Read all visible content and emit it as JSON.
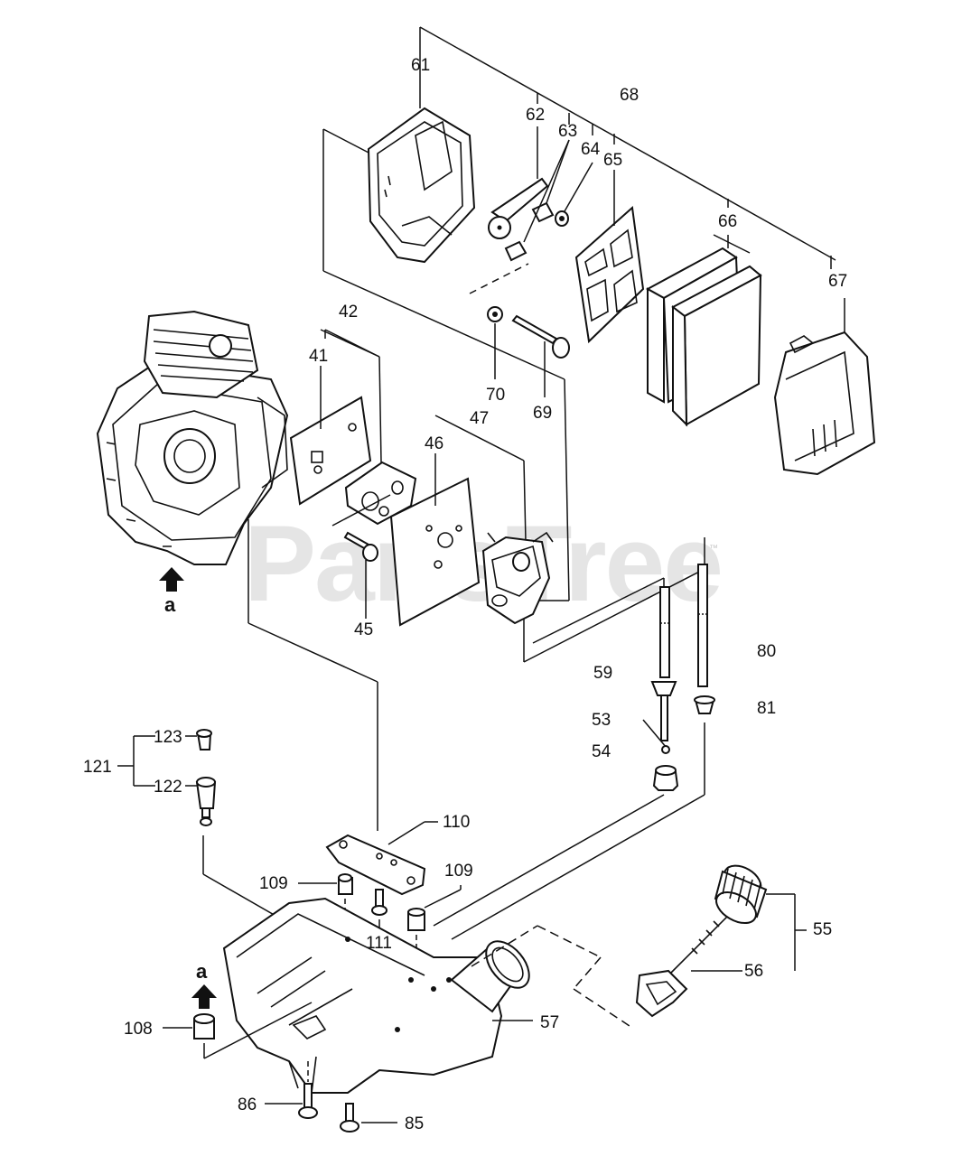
{
  "watermark": {
    "text": "PartsTree",
    "trademark": "™"
  },
  "view_marker": {
    "letter": "a"
  },
  "labels": {
    "p41": "41",
    "p42": "42",
    "p45": "45",
    "p46": "46",
    "p47": "47",
    "p53": "53",
    "p54": "54",
    "p55": "55",
    "p56": "56",
    "p57": "57",
    "p59": "59",
    "p61": "61",
    "p62": "62",
    "p63": "63",
    "p64": "64",
    "p65": "65",
    "p66": "66",
    "p67": "67",
    "p68": "68",
    "p69": "69",
    "p70": "70",
    "p80": "80",
    "p81": "81",
    "p85": "85",
    "p86": "86",
    "p108": "108",
    "p109a": "109",
    "p109b": "109",
    "p110": "110",
    "p111": "111",
    "p121": "121",
    "p122": "122",
    "p123": "123"
  }
}
